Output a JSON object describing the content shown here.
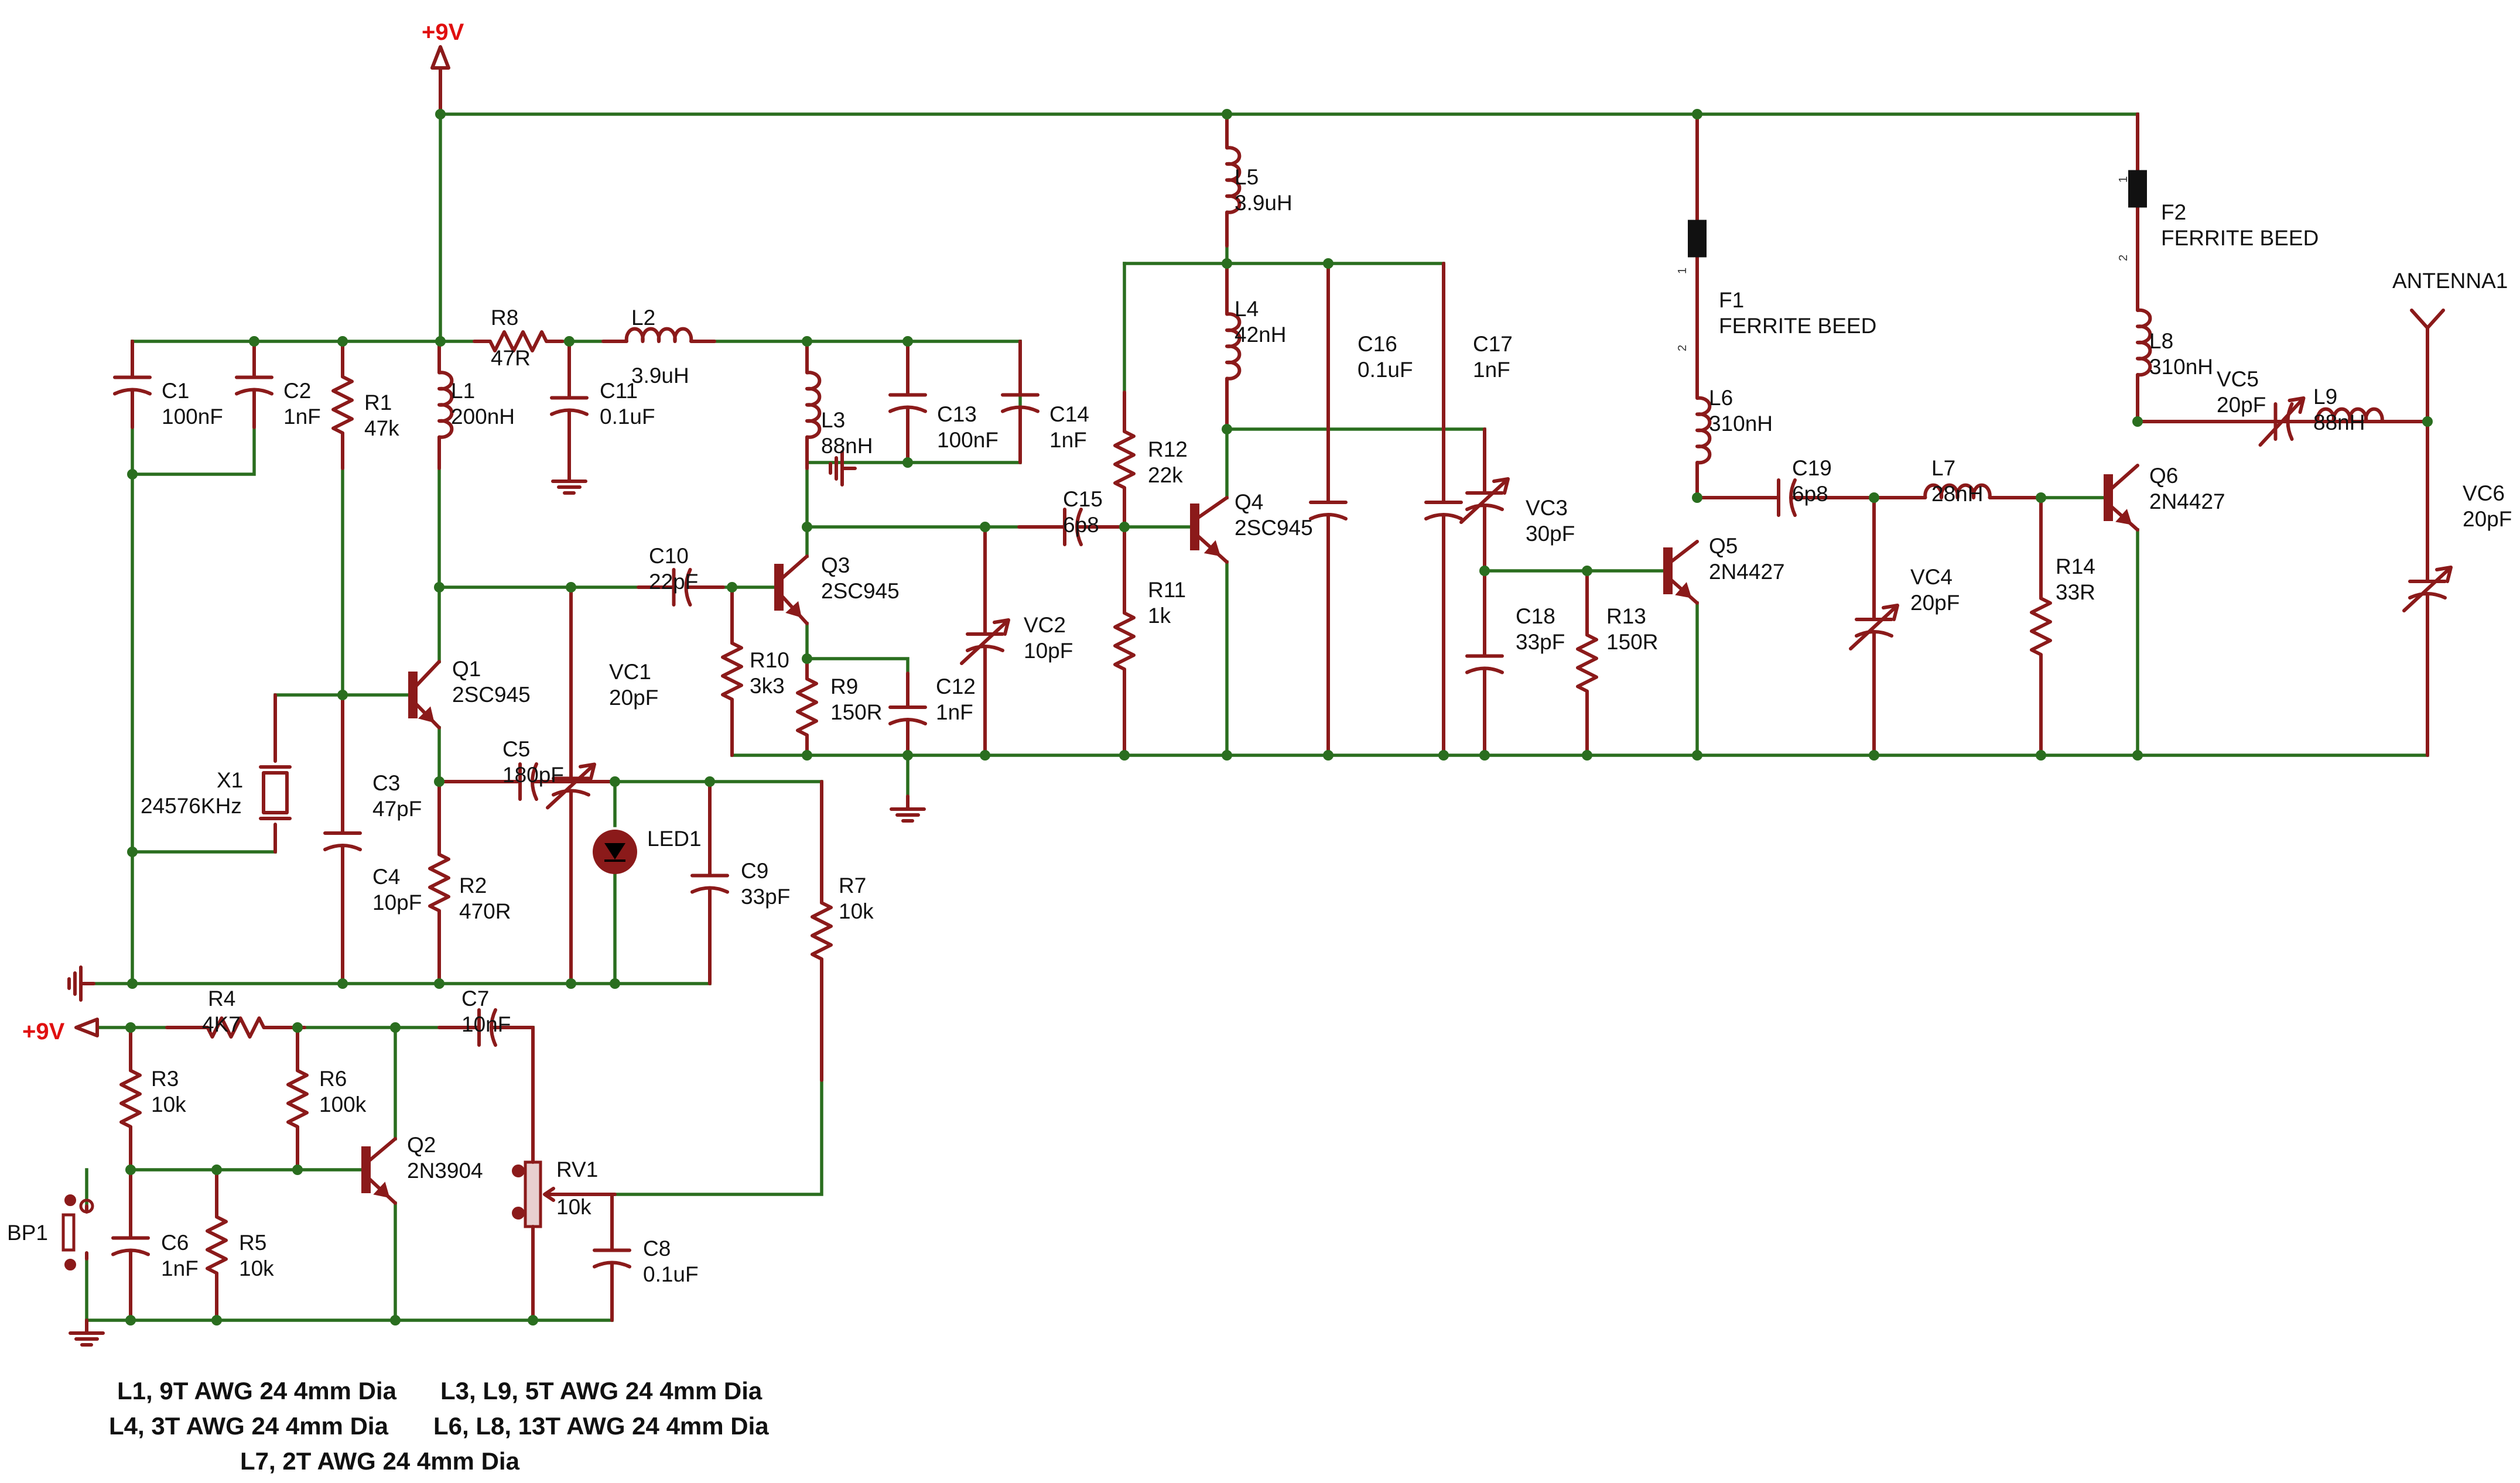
{
  "power": {
    "vcc_top": "+9V",
    "vcc_left": "+9V"
  },
  "components": {
    "C1": [
      "C1",
      "100nF"
    ],
    "C2": [
      "C2",
      "1nF"
    ],
    "R1": [
      "R1",
      "47k"
    ],
    "L1": [
      "L1",
      "200nH"
    ],
    "R8": [
      "R8",
      "47R"
    ],
    "L2": [
      "L2",
      "3.9uH"
    ],
    "C11": [
      "C11",
      "0.1uF"
    ],
    "L3": [
      "L3",
      "88nH"
    ],
    "C13": [
      "C13",
      "100nF"
    ],
    "C14": [
      "C14",
      "1nF"
    ],
    "C10": [
      "C10",
      "22pF"
    ],
    "Q3": [
      "Q3",
      "2SC945"
    ],
    "R10": [
      "R10",
      "3k3"
    ],
    "R9": [
      "R9",
      "150R"
    ],
    "C12": [
      "C12",
      "1nF"
    ],
    "VC2": [
      "VC2",
      "10pF"
    ],
    "Q1": [
      "Q1",
      "2SC945"
    ],
    "VC1": [
      "VC1",
      "20pF"
    ],
    "X1": [
      "X1",
      "24576KHz"
    ],
    "C3": [
      "C3",
      "47pF"
    ],
    "C4": [
      "C4",
      "10pF"
    ],
    "R2": [
      "R2",
      "470R"
    ],
    "C5": [
      "C5",
      "180pF"
    ],
    "LED1": [
      "LED1",
      ""
    ],
    "C9": [
      "C9",
      "33pF"
    ],
    "R7": [
      "R7",
      "10k"
    ],
    "L5": [
      "L5",
      "3.9uH"
    ],
    "L4": [
      "L4",
      "42nH"
    ],
    "C16": [
      "C16",
      "0.1uF"
    ],
    "C17": [
      "C17",
      "1nF"
    ],
    "R12": [
      "R12",
      "22k"
    ],
    "C15": [
      "C15",
      "6p8"
    ],
    "Q4": [
      "Q4",
      "2SC945"
    ],
    "R11": [
      "R11",
      "1k"
    ],
    "VC3": [
      "VC3",
      "30pF"
    ],
    "C18": [
      "C18",
      "33pF"
    ],
    "R13": [
      "R13",
      "150R"
    ],
    "F1": [
      "F1",
      "FERRITE BEED"
    ],
    "L6": [
      "L6",
      "310nH"
    ],
    "Q5": [
      "Q5",
      "2N4427"
    ],
    "C19": [
      "C19",
      "6p8"
    ],
    "VC4": [
      "VC4",
      "20pF"
    ],
    "L7": [
      "L7",
      "28nH"
    ],
    "R14": [
      "R14",
      "33R"
    ],
    "F2": [
      "F2",
      "FERRITE BEED"
    ],
    "L8": [
      "L8",
      "310nH"
    ],
    "VC5": [
      "VC5",
      "20pF"
    ],
    "L9": [
      "L9",
      "88nH"
    ],
    "Q6": [
      "Q6",
      "2N4427"
    ],
    "ANTENNA1": [
      "ANTENNA1",
      ""
    ],
    "VC6": [
      "VC6",
      "20pF"
    ],
    "R4": [
      "R4",
      "4K7"
    ],
    "C7": [
      "C7",
      "10nF"
    ],
    "R3": [
      "R3",
      "10k"
    ],
    "R6": [
      "R6",
      "100k"
    ],
    "Q2": [
      "Q2",
      "2N3904"
    ],
    "RV1": [
      "RV1",
      "10k"
    ],
    "BP1": [
      "BP1",
      ""
    ],
    "C6": [
      "C6",
      "1nF"
    ],
    "R5": [
      "R5",
      "10k"
    ],
    "C8": [
      "C8",
      "0.1uF"
    ]
  },
  "pins": {
    "one": "1",
    "two": "2"
  },
  "notes": [
    "L1, 9T AWG 24 4mm Dia",
    "L3, L9, 5T AWG 24 4mm Dia",
    "L4, 3T AWG 24 4mm Dia",
    "L6, L8, 13T AWG 24 4mm Dia",
    "L7, 2T AWG 24 4mm Dia"
  ],
  "colors": {
    "wire": "#2a6e1f",
    "component": "#8b1a1a",
    "power_label": "#e01010",
    "text": "#111111"
  }
}
